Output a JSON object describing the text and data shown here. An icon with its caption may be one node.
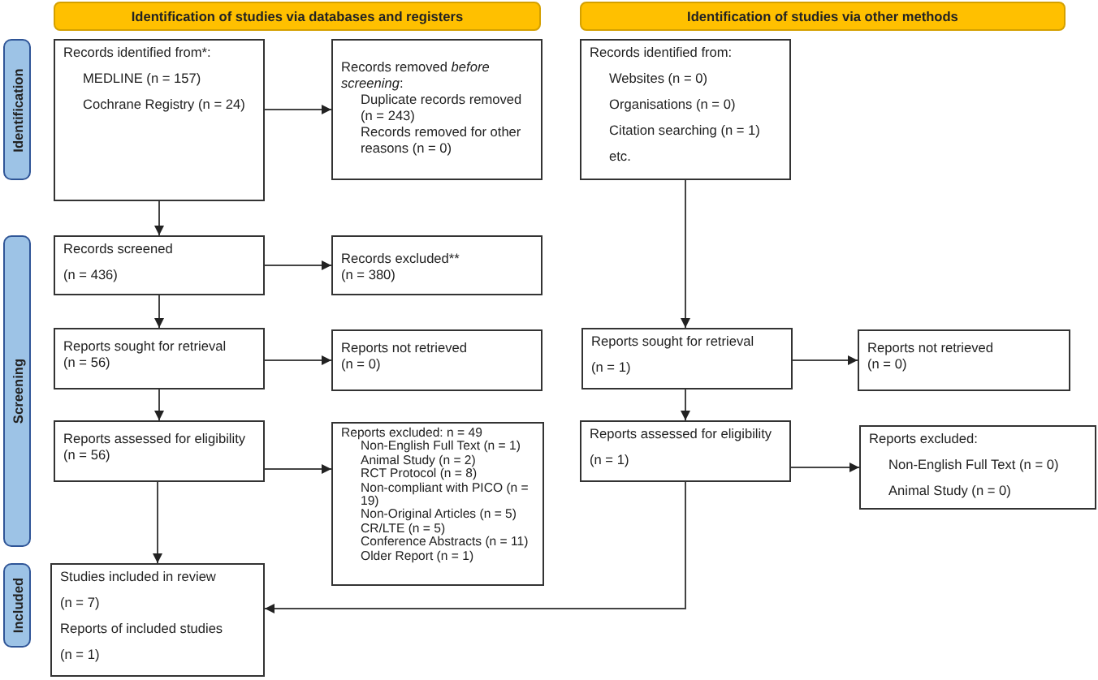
{
  "diagram": {
    "nodes": [
      {
        "text": [
          "Identification of studies via databases and registers"
        ]
      },
      {
        "text": [
          "Identification of studies via other methods"
        ]
      },
      {
        "text": [
          "Identification"
        ]
      },
      {
        "text": [
          "Screening"
        ]
      },
      {
        "text": [
          "Included"
        ]
      },
      {
        "text": [
          "Records identified from*:",
          "MEDLINE (n = 157)",
          "Cochrane Registry (n = 24)"
        ]
      },
      {
        "text": [
          "Records removed *before screening*:",
          "Duplicate records removed (n = 243)",
          "Records removed for other reasons (n = 0)"
        ]
      },
      {
        "text": [
          "Records identified from:",
          "Websites (n = 0)",
          "Organisations (n = 0)",
          "Citation searching (n = 1)",
          "etc."
        ]
      },
      {
        "text": [
          "Records screened",
          "(n = 436)"
        ]
      },
      {
        "text": [
          "Records excluded**",
          "(n = 380)"
        ]
      },
      {
        "text": [
          "Reports sought for retrieval",
          "(n = 56)"
        ]
      },
      {
        "text": [
          "Reports not retrieved",
          "(n = 0)"
        ]
      },
      {
        "text": [
          "Reports sought for retrieval",
          "(n = 1)"
        ]
      },
      {
        "text": [
          "Reports not retrieved",
          "(n = 0)"
        ]
      },
      {
        "text": [
          "Reports assessed for eligibility",
          "(n = 56)"
        ]
      },
      {
        "text": [
          "Reports excluded: n = 49",
          "Non-English Full Text (n = 1)",
          "Animal Study (n = 2)",
          "RCT Protocol (n = 8)",
          "Non-compliant with PICO (n = 19)",
          "Non-Original Articles (n = 5)",
          "CR/LTE (n = 5)",
          "Conference Abstracts (n = 11)",
          "Older Report (n = 1)"
        ]
      },
      {
        "text": [
          "Reports assessed for eligibility",
          "(n = 1)"
        ]
      },
      {
        "text": [
          "Reports excluded:",
          "Non-English Full Text (n = 0)",
          "Animal Study (n = 0)"
        ]
      },
      {
        "text": [
          "Studies included in review",
          "(n = 7)",
          "Reports of included studies",
          "(n = 1)"
        ]
      }
    ],
    "edges": [
      {
        "from": 5,
        "to": 6,
        "arrow": "to"
      },
      {
        "from": 5,
        "to": 8,
        "arrow": "to"
      },
      {
        "from": 8,
        "to": 9,
        "arrow": "to"
      },
      {
        "from": 8,
        "to": 10,
        "arrow": "to"
      },
      {
        "from": 10,
        "to": 11,
        "arrow": "to"
      },
      {
        "from": 10,
        "to": 14,
        "arrow": "to"
      },
      {
        "from": 14,
        "to": 15,
        "arrow": "to"
      },
      {
        "from": 14,
        "to": 18,
        "arrow": "to"
      },
      {
        "from": 7,
        "to": 12,
        "arrow": "to"
      },
      {
        "from": 12,
        "to": 13,
        "arrow": "to"
      },
      {
        "from": 12,
        "to": 16,
        "arrow": "to"
      },
      {
        "from": 16,
        "to": 17,
        "arrow": "to"
      },
      {
        "from": 16,
        "to": 18,
        "arrow": "to"
      }
    ]
  }
}
